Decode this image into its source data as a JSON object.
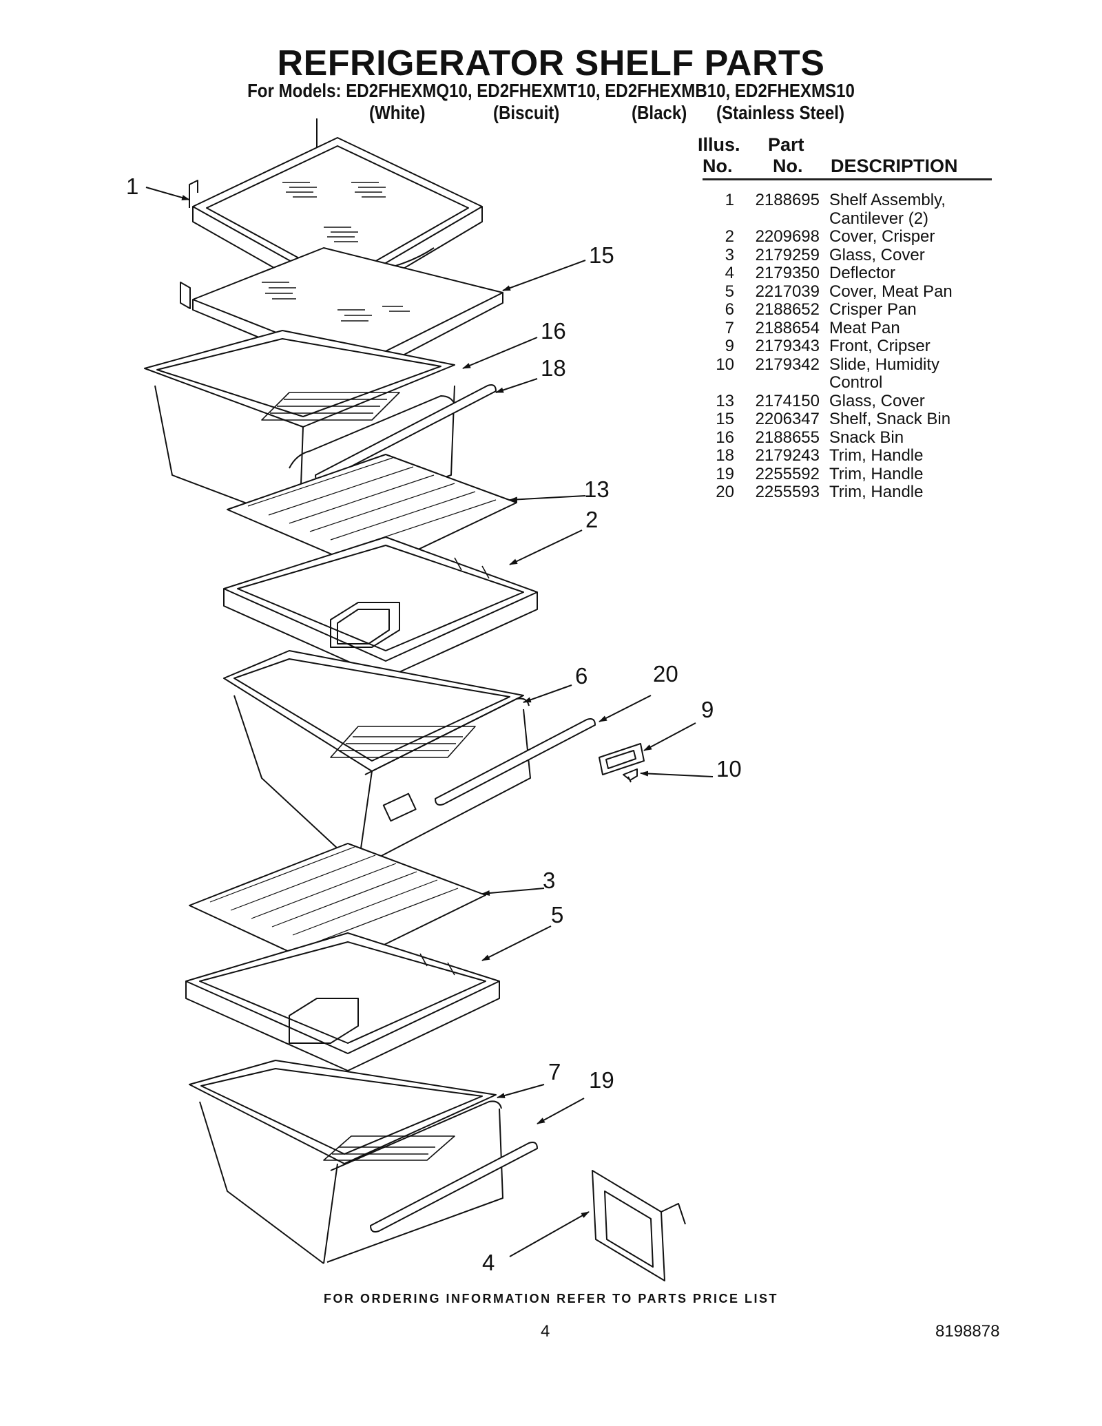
{
  "header": {
    "title": "REFRIGERATOR SHELF PARTS",
    "models_line": "For Models: ED2FHEXMQ10, ED2FHEXMT10, ED2FHEXMB10, ED2FHEXMS10",
    "variants": [
      "(White)",
      "(Biscuit)",
      "(Black)",
      "(Stainless Steel)"
    ]
  },
  "parts_table": {
    "columns": {
      "illus_top": "Illus.",
      "illus_bottom": "No.",
      "part_top": "Part",
      "part_bottom": "No.",
      "description": "DESCRIPTION"
    },
    "rows": [
      {
        "illus": "1",
        "part": "2188695",
        "desc": "Shelf Assembly,",
        "desc2": "Cantilever (2)"
      },
      {
        "illus": "2",
        "part": "2209698",
        "desc": "Cover, Crisper"
      },
      {
        "illus": "3",
        "part": "2179259",
        "desc": "Glass, Cover"
      },
      {
        "illus": "4",
        "part": "2179350",
        "desc": "Deflector"
      },
      {
        "illus": "5",
        "part": "2217039",
        "desc": "Cover, Meat Pan"
      },
      {
        "illus": "6",
        "part": "2188652",
        "desc": "Crisper Pan"
      },
      {
        "illus": "7",
        "part": "2188654",
        "desc": "Meat Pan"
      },
      {
        "illus": "9",
        "part": "2179343",
        "desc": "Front, Cripser"
      },
      {
        "illus": "10",
        "part": "2179342",
        "desc": "Slide, Humidity",
        "desc2": "Control"
      },
      {
        "illus": "13",
        "part": "2174150",
        "desc": "Glass, Cover"
      },
      {
        "illus": "15",
        "part": "2206347",
        "desc": "Shelf, Snack Bin"
      },
      {
        "illus": "16",
        "part": "2188655",
        "desc": "Snack Bin"
      },
      {
        "illus": "18",
        "part": "2179243",
        "desc": "Trim, Handle"
      },
      {
        "illus": "19",
        "part": "2255592",
        "desc": "Trim, Handle"
      },
      {
        "illus": "20",
        "part": "2255593",
        "desc": "Trim, Handle"
      }
    ]
  },
  "diagram": {
    "callouts": [
      "1",
      "15",
      "16",
      "18",
      "13",
      "2",
      "6",
      "20",
      "9",
      "10",
      "3",
      "5",
      "7",
      "19",
      "4"
    ]
  },
  "footer": {
    "ordering_note": "FOR ORDERING INFORMATION REFER TO PARTS PRICE LIST",
    "page_number": "4",
    "document_number": "8198878"
  }
}
